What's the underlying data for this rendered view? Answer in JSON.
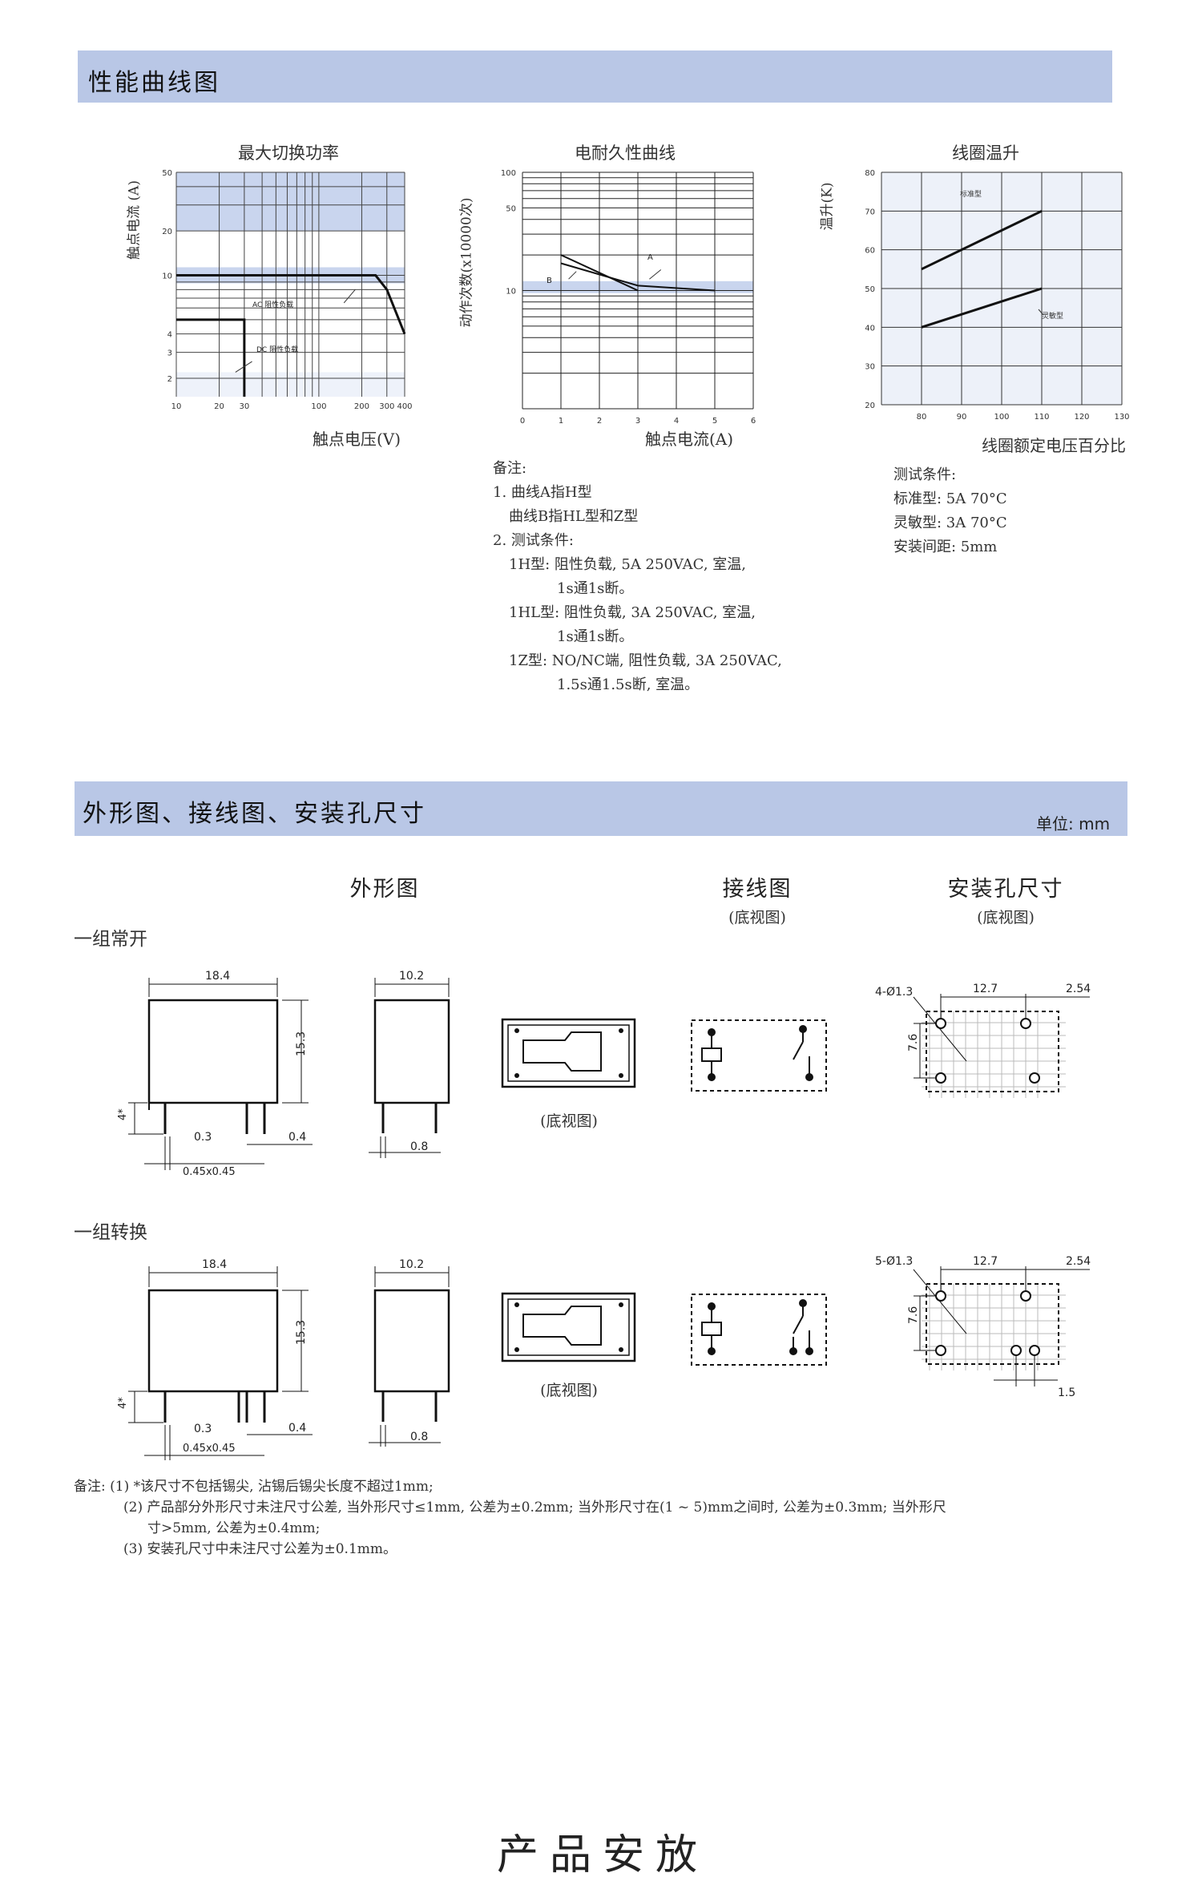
{
  "section1": {
    "title": "性能曲线图"
  },
  "charts": {
    "power": {
      "title": "最大切换功率",
      "ylabel": "触点电流 (A)",
      "xlabel": "触点电压(V)",
      "xticks": [
        "10",
        "20",
        "30",
        "100",
        "200",
        "300",
        "400"
      ],
      "yticks": [
        "50",
        "20",
        "10",
        "4",
        "3",
        "2"
      ],
      "ac_label": "AC 阻性负载",
      "dc_label": "DC 阻性负载"
    },
    "endurance": {
      "title": "电耐久性曲线",
      "ylabel": "动作次数(x10000次)",
      "xlabel": "触点电流(A)",
      "xticks": [
        "0",
        "1",
        "2",
        "3",
        "4",
        "5",
        "6"
      ],
      "yticks": [
        "100",
        "50",
        "10"
      ],
      "curve_a": "A",
      "curve_b": "B"
    },
    "temp": {
      "title": "线圈温升",
      "ylabel": "温升(K)",
      "xlabel": "线圈额定电压百分比",
      "xticks": [
        "80",
        "90",
        "100",
        "110",
        "120",
        "130"
      ],
      "yticks": [
        "80",
        "70",
        "60",
        "50",
        "40",
        "30",
        "20"
      ],
      "std_label": "标准型",
      "sens_label": "灵敏型"
    }
  },
  "chart_data": [
    {
      "type": "line",
      "title": "最大切换功率",
      "xlabel": "触点电压(V)",
      "ylabel": "触点电流 (A)",
      "xscale": "log",
      "yscale": "log",
      "xlim": [
        10,
        400
      ],
      "ylim": [
        1.5,
        50
      ],
      "series": [
        {
          "name": "AC 阻性负载",
          "x": [
            10,
            250,
            300,
            400
          ],
          "y": [
            10,
            10,
            8,
            4
          ]
        },
        {
          "name": "DC 阻性负载",
          "x": [
            10,
            30,
            30
          ],
          "y": [
            5,
            5,
            1.5
          ]
        }
      ]
    },
    {
      "type": "line",
      "title": "电耐久性曲线",
      "xlabel": "触点电流(A)",
      "ylabel": "动作次数(x10000次)",
      "yscale": "log",
      "xlim": [
        0,
        6
      ],
      "ylim": [
        1,
        100
      ],
      "series": [
        {
          "name": "A",
          "x": [
            1,
            3,
            5
          ],
          "y": [
            17,
            11,
            10
          ]
        },
        {
          "name": "B",
          "x": [
            1,
            3
          ],
          "y": [
            20,
            10
          ]
        }
      ]
    },
    {
      "type": "line",
      "title": "线圈温升",
      "xlabel": "线圈额定电压百分比",
      "ylabel": "温升(K)",
      "xlim": [
        80,
        130
      ],
      "ylim": [
        20,
        80
      ],
      "series": [
        {
          "name": "标准型",
          "x": [
            80,
            110
          ],
          "y": [
            55,
            70
          ]
        },
        {
          "name": "灵敏型",
          "x": [
            80,
            110
          ],
          "y": [
            40,
            50
          ]
        }
      ]
    }
  ],
  "endurance_notes": [
    "备注:",
    "1. 曲线A指H型",
    "曲线B指HL型和Z型",
    "2. 测试条件:",
    "1H型: 阻性负载, 5A 250VAC, 室温,",
    "1s通1s断。",
    "1HL型: 阻性负载, 3A 250VAC, 室温,",
    "1s通1s断。",
    "1Z型: NO/NC端, 阻性负载, 3A 250VAC,",
    "1.5s通1.5s断, 室温。"
  ],
  "temp_notes": [
    "测试条件:",
    "标准型: 5A 70°C",
    "灵敏型: 3A 70°C",
    "安装间距: 5mm"
  ],
  "section2": {
    "title": "外形图、接线图、安装孔尺寸",
    "unit": "单位: mm"
  },
  "headers": {
    "outline": "外形图",
    "wiring": "接线图",
    "wiring_sub": "(底视图)",
    "holes": "安装孔尺寸",
    "holes_sub": "(底视图)"
  },
  "rows": [
    {
      "label": "一组常开",
      "bottom_view": "(底视图)",
      "dims": {
        "width": "18.4",
        "height": "15.3",
        "depth": "10.2",
        "pin_len": "4*",
        "pin_gap": "0.3",
        "pin_w": "0.4",
        "pin_sect": "0.45x0.45",
        "side_pin": "0.8"
      },
      "holes": {
        "hole": "4-Ø1.3",
        "pitch": "12.7",
        "pitch2": "2.54",
        "row_pitch": "7.6"
      }
    },
    {
      "label": "一组转换",
      "bottom_view": "(底视图)",
      "dims": {
        "width": "18.4",
        "height": "15.3",
        "depth": "10.2",
        "pin_len": "4*",
        "pin_gap": "0.3",
        "pin_w": "0.4",
        "pin_sect": "0.45x0.45",
        "side_pin": "0.8"
      },
      "holes": {
        "hole": "5-Ø1.3",
        "pitch": "12.7",
        "pitch2": "2.54",
        "row_pitch": "7.6",
        "extra": "1.5"
      }
    }
  ],
  "footnotes": [
    "备注: (1) *该尺寸不包括锡尖, 沾锡后锡尖长度不超过1mm;",
    "(2) 产品部分外形尺寸未注尺寸公差, 当外形尺寸≤1mm, 公差为±0.2mm; 当外形尺寸在(1 ~ 5)mm之间时, 公差为±0.3mm; 当外形尺",
    "寸>5mm, 公差为±0.4mm;",
    "(3) 安装孔尺寸中未注尺寸公差为±0.1mm。"
  ],
  "bottom_title": "产品安放"
}
